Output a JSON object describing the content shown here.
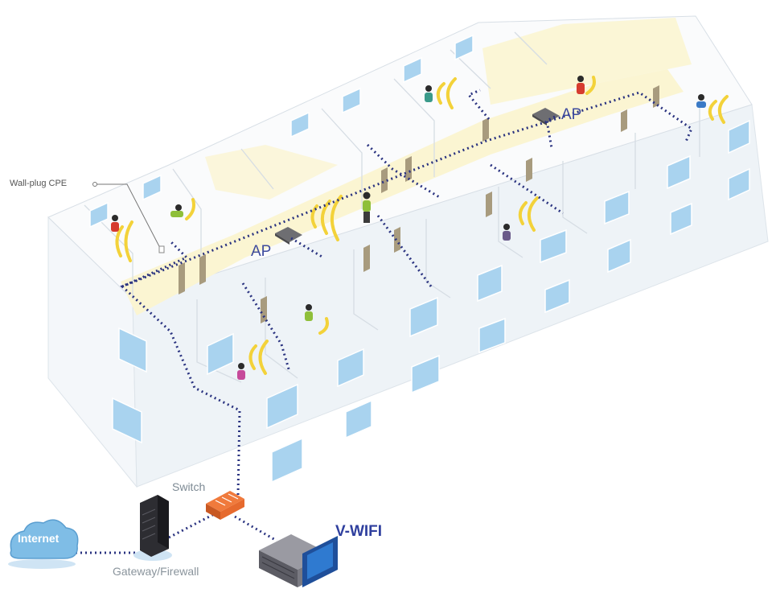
{
  "labels": {
    "wall_plug_cpe": "Wall-plug CPE",
    "ap_left": "AP",
    "ap_right": "AP",
    "switch": "Switch",
    "gateway_firewall": "Gateway/Firewall",
    "internet": "Internet",
    "v_wifi": "V-WIFI"
  },
  "colors": {
    "corridor": "#fbf5d2",
    "window": "#a9d3ef",
    "door": "#a89b7e",
    "network_cable": "#2a3380",
    "wifi_signal": "#f3d23a",
    "cloud": "#7fbde6",
    "switch": "#e66a2e",
    "label_blue": "#3d4a9e"
  }
}
